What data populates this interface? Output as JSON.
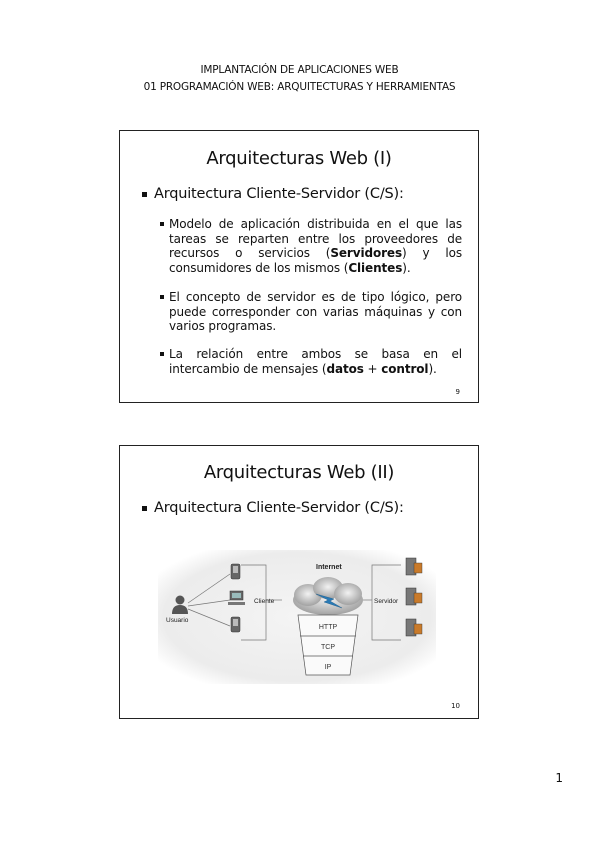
{
  "header": {
    "line1": "IMPLANTACIÓN DE APLICACIONES WEB",
    "line2": "01 PROGRAMACIÓN WEB: ARQUITECTURAS Y HERRAMIENTAS"
  },
  "slides": [
    {
      "title": "Arquitecturas Web (I)",
      "bullet": "Arquitectura Cliente-Servidor (C/S):",
      "sub_items": [
        {
          "before": "Modelo de aplicación distribuida en el que las tareas se reparten entre los proveedores de recursos o servicios (",
          "bold1": "Servidores",
          "middle": ") y los consumidores de los mismos (",
          "bold2": "Clientes",
          "after": ")."
        },
        {
          "text": "El concepto de servidor es de tipo lógico, pero puede corresponder con varias máquinas y con varios programas."
        },
        {
          "before": "La relación entre ambos se basa en el intercambio de mensajes (",
          "bold1": "datos",
          "middle": " + ",
          "bold2": "control",
          "after": ")."
        }
      ],
      "page": "9"
    },
    {
      "title": "Arquitecturas Web (II)",
      "bullet": "Arquitectura Cliente-Servidor (C/S):",
      "diagram": {
        "internet": "Internet",
        "client": "Cliente",
        "server": "Servidor",
        "user": "Usuario",
        "protocols": [
          "HTTP",
          "TCP",
          "IP"
        ]
      },
      "page": "10"
    }
  ],
  "page_number": "1"
}
